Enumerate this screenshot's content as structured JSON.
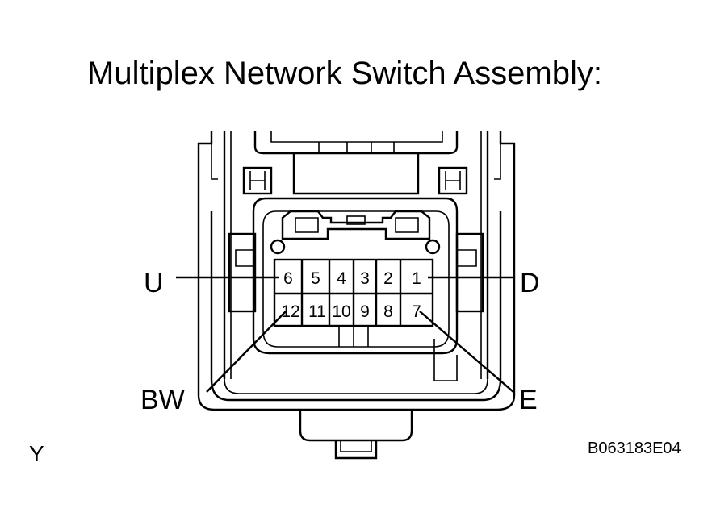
{
  "title": "Multiplex Network Switch Assembly:",
  "connector": {
    "top_row": [
      "6",
      "5",
      "4",
      "3",
      "2",
      "1"
    ],
    "bottom_row": [
      "12",
      "11",
      "10",
      "9",
      "8",
      "7"
    ]
  },
  "wire_labels": {
    "u": "U",
    "d": "D",
    "bw": "BW",
    "e": "E"
  },
  "corner_letter": "Y",
  "figure_code": "B063183E04"
}
